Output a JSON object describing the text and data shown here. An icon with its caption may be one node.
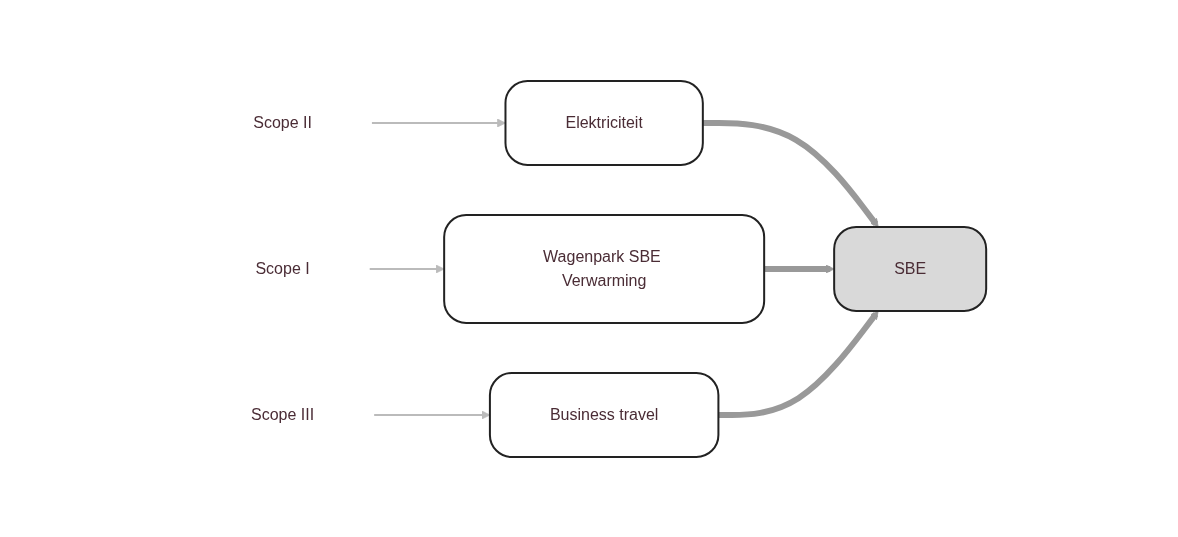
{
  "diagram": {
    "nodes": [
      {
        "text": [
          "Elektriciteit"
        ]
      },
      {
        "text": [
          "Wagenpark SBE Verwarming"
        ]
      },
      {
        "text": [
          "SBE"
        ]
      },
      {
        "text": [
          "Business travel"
        ]
      },
      {
        "text": [
          "Scope II"
        ]
      },
      {
        "text": [
          "Scope I"
        ]
      },
      {
        "text": [
          "Scope III"
        ]
      }
    ],
    "edges": [
      {
        "from": 4,
        "to": 0,
        "arrow": "to"
      },
      {
        "from": 0,
        "to": 2,
        "arrow": "to",
        "style": "thick",
        "color": "#999999"
      },
      {
        "from": 1,
        "to": 2,
        "arrow": "to",
        "style": "thick",
        "color": "#999999"
      },
      {
        "from": 3,
        "to": 2,
        "arrow": "to",
        "style": "thick",
        "color": "#999999"
      },
      {
        "from": 5,
        "to": 1,
        "arrow": "to"
      },
      {
        "from": 6,
        "to": 3,
        "arrow": "to"
      }
    ]
  }
}
